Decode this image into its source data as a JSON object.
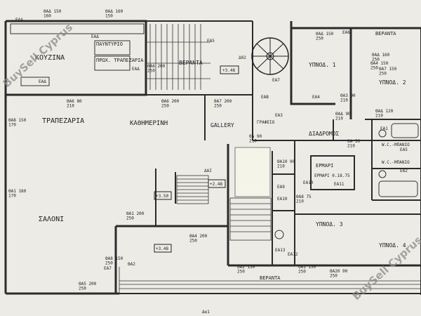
{
  "rooms": {
    "kitchen": "ΚΟΥΖΙΝΑ",
    "pantry": "ΠΑΥΝΤΥΡΙΟ",
    "breakfast": "ΠΡΩΧ. ΤΡΑΠΕΖΑΡΙΑ",
    "veranda_top": "ΒΕΡΑΝΤΑ",
    "veranda_top_right": "ΒΕΡΑΝΤΑ",
    "bedroom1": "ΥΠΝΟΔ. 1",
    "bedroom2": "ΥΠΝΟΔ. 2",
    "dining": "ΤΡΑΠΕΖΑΡΙΑ",
    "family": "ΚΑΘΗΜΕΡΙΝΗ",
    "gallery": "GALLERY",
    "office": "ΓΡΑΦΕΙΟ",
    "corridor": "ΔΙΑΔΡΟΜΟΣ",
    "wc_bath_1": "W.C.-ΜΠΑΝΙΟ",
    "wc_bath_2": "W.C.-ΜΠΑΝΙΟ",
    "wardrobe": "ΕΡΜΑΡΙ",
    "bedroom3": "ΥΠΝΟΔ. 3",
    "bedroom4": "ΥΠΝΟΔ. 4",
    "living": "ΣΑΛΟΝΙ",
    "veranda_bottom": "ΒΕΡΑΝΤΑ"
  },
  "labels": {
    "l1": "ΘΑΔ 150 / 160",
    "l2": "ΘΑΔ 160 / 150",
    "l3": "ΘΑΔ 150 / 250",
    "l4": "ΘΑΔ 160 / 250",
    "l5": "ΘΑ6 200 / 250",
    "l6": "ΘΑ6 80 / 210",
    "l7": "ΘΑ6 200 / 250",
    "l8": "ΘΑ7 200 / 250",
    "l9": "ΘΑ8 150 / 170",
    "l10": "ΘΑ1 180 / 170",
    "l11": "ΘΑ1 200 / 250",
    "l12": "ΘΑ4 200 / 250",
    "l13": "ΘΑ5 200 / 250",
    "l14": "ΘΑΔ 120 / 210",
    "l15": "ΘΑ3 90 / 210",
    "l16": "ΘΑ2 150 / 250",
    "l17": "ΘΑ1 150 / 250",
    "l18": "ΘΑ20 90 / 250",
    "l19": "ΘΑ4 150 / 250",
    "l20": "ΘΑ7 150 / 250",
    "l21": "ΘΑ8 150 / 250",
    "l22": "ΘΑ 50 / 210",
    "l23": "ΘΑ10 90 / 210",
    "l24": "ΘΑ8 75 / 210",
    "l25": "ΘΑ 90 / 210",
    "l26": "ΕΡΜΑΡΙ 0.18.75",
    "l27": "ΘΑΔ 90 / 210"
  },
  "codes": {
    "c1": "ΕΑΔ",
    "c2": "ΕΑΔ",
    "c3": "ΕΑΔ",
    "c4": "ΕΑΔ",
    "c5": "ΕΑ4",
    "c6": "ΕΑ7",
    "c7": "ΕΑΒ",
    "c8": "ΕΑ3",
    "c9": "ΕΑ5",
    "c10": "ΕΑ2",
    "c11": "ΕΑ1",
    "c12": "ΕΑ10",
    "c13": "ΕΑ11",
    "c14": "ΕΑ9",
    "c15": "ΕΑ10",
    "c16": "ΕΑ13",
    "c17": "ΕΑ12",
    "c18": "ΕΑ7",
    "c19": "ΕΑ5",
    "c20": "ΕΑ6",
    "c21": "ΘΑ2",
    "c22": "Δ02"
  },
  "levels": {
    "lv1": "+3.48",
    "lv2": "+2.48",
    "lv3": "+3.50",
    "lv4": "+3.48"
  },
  "marks": {
    "stair_entry": "ΔΑΙ",
    "bottom_mark": "Δα1"
  },
  "watermark": {
    "left": "BuySell Cyprus",
    "right": "BuySell Cyprus"
  }
}
